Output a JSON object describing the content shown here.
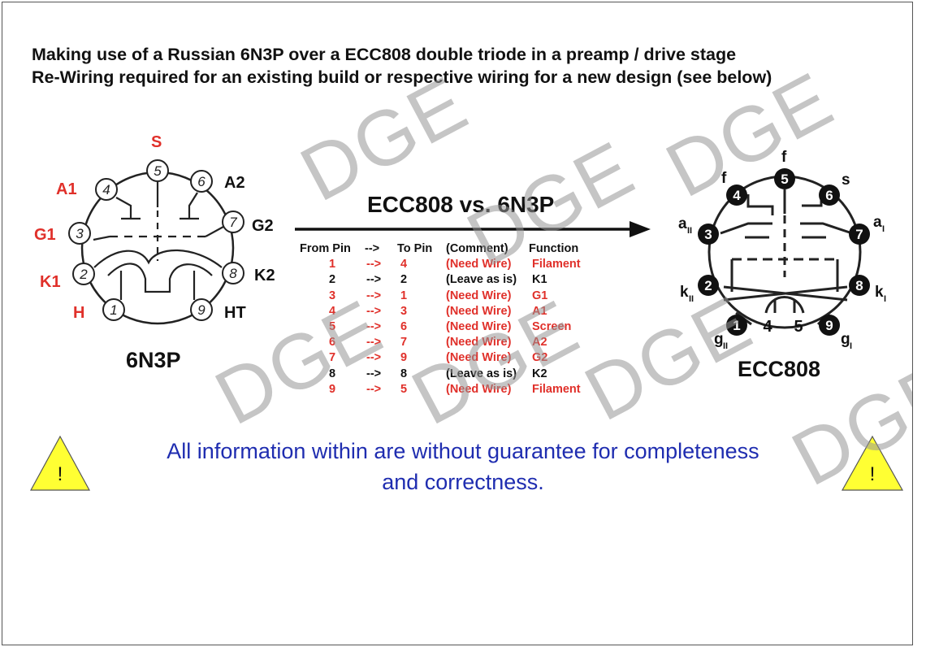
{
  "header": {
    "line1": "Making use of a Russian 6N3P over a ECC808 double triode in a preamp / drive stage",
    "line2": "Re-Wiring required for an existing build or respective wiring for a new design (see below)"
  },
  "comparison_title": "ECC808 vs. 6N3P",
  "left_tube": {
    "name": "6N3P",
    "pin_labels": [
      "S",
      "A1",
      "A2",
      "G1",
      "G2",
      "K1",
      "K2",
      "H",
      "HT"
    ],
    "pin_numbers": [
      "1",
      "2",
      "3",
      "4",
      "5",
      "6",
      "7",
      "8",
      "9"
    ]
  },
  "right_tube": {
    "name": "ECC808",
    "pin_numbers": [
      "1",
      "2",
      "3",
      "4",
      "5",
      "6",
      "7",
      "8",
      "9"
    ],
    "pin_labels": [
      "f",
      "f",
      "s",
      "a",
      "a",
      "k",
      "k",
      "g",
      "g"
    ],
    "subscripts": [
      "II",
      "I",
      "II",
      "I",
      "II",
      "I"
    ],
    "filament_numbers": [
      "4",
      "5"
    ]
  },
  "table": {
    "headers": [
      "From Pin",
      "-->",
      "To Pin",
      "(Comment)",
      "Function"
    ],
    "rows": [
      {
        "from": "1",
        "arrow": "-->",
        "to": "4",
        "comment": "(Need Wire)",
        "function": "Filament",
        "need": true
      },
      {
        "from": "2",
        "arrow": "-->",
        "to": "2",
        "comment": "(Leave as is)",
        "function": "K1",
        "need": false
      },
      {
        "from": "3",
        "arrow": "-->",
        "to": "1",
        "comment": "(Need Wire)",
        "function": "G1",
        "need": true
      },
      {
        "from": "4",
        "arrow": "-->",
        "to": "3",
        "comment": "(Need Wire)",
        "function": "A1",
        "need": true
      },
      {
        "from": "5",
        "arrow": "-->",
        "to": "6",
        "comment": "(Need Wire)",
        "function": "Screen",
        "need": true
      },
      {
        "from": "6",
        "arrow": "-->",
        "to": "7",
        "comment": "(Need Wire)",
        "function": "A2",
        "need": true
      },
      {
        "from": "7",
        "arrow": "-->",
        "to": "9",
        "comment": "(Need Wire)",
        "function": "G2",
        "need": true
      },
      {
        "from": "8",
        "arrow": "-->",
        "to": "8",
        "comment": "(Leave as is)",
        "function": "K2",
        "need": false
      },
      {
        "from": "9",
        "arrow": "-->",
        "to": "5",
        "comment": "(Need Wire)",
        "function": "Filament",
        "need": true
      }
    ]
  },
  "disclaimer": {
    "line1": "All information within are without guarantee for completeness",
    "line2": "and correctness."
  },
  "warning_symbol": "!",
  "watermark": "DGE",
  "colors": {
    "pin_label_red": "#e0302a",
    "need_wire_red": "#e0302a",
    "disclaimer_blue": "#1f2db0",
    "warning_yellow": "#ffff33",
    "watermark_gray": "#969696"
  },
  "icons": [
    "warning-triangle-icon",
    "arrow-right-icon"
  ]
}
